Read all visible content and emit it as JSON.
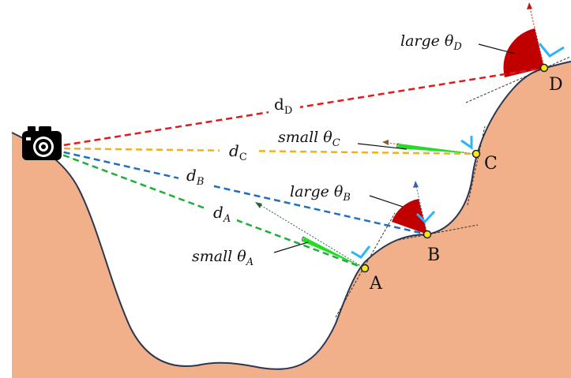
{
  "colors": {
    "terrain": "#f2b08a",
    "terrain_edge": "#2b3650",
    "ray_d": "#e01b1b",
    "ray_c": "#f2b01e",
    "ray_b": "#1f6fc0",
    "ray_a": "#1fae3b",
    "angle_large": "#c00000",
    "angle_small": "#22dd22",
    "normal_bracket": "#29b6f6",
    "point_fill": "#f7e81a",
    "camera": "#000000"
  },
  "icons": {
    "camera": "camera-icon"
  },
  "points": {
    "a": {
      "label": "A"
    },
    "b": {
      "label": "B"
    },
    "c": {
      "label": "C"
    },
    "d": {
      "label": "D"
    }
  },
  "distances": {
    "a": {
      "base": "d",
      "sub": "A"
    },
    "b": {
      "base": "d",
      "sub": "B"
    },
    "c": {
      "base": "d",
      "sub": "C"
    },
    "d": {
      "base": "d",
      "sub": "D"
    }
  },
  "angles": {
    "a": {
      "qualifier": "small",
      "symbol": "θ",
      "sub": "A"
    },
    "b": {
      "qualifier": "large",
      "symbol": "θ",
      "sub": "B"
    },
    "c": {
      "qualifier": "small",
      "symbol": "θ",
      "sub": "C"
    },
    "d": {
      "qualifier": "large",
      "symbol": "θ",
      "sub": "D"
    }
  }
}
